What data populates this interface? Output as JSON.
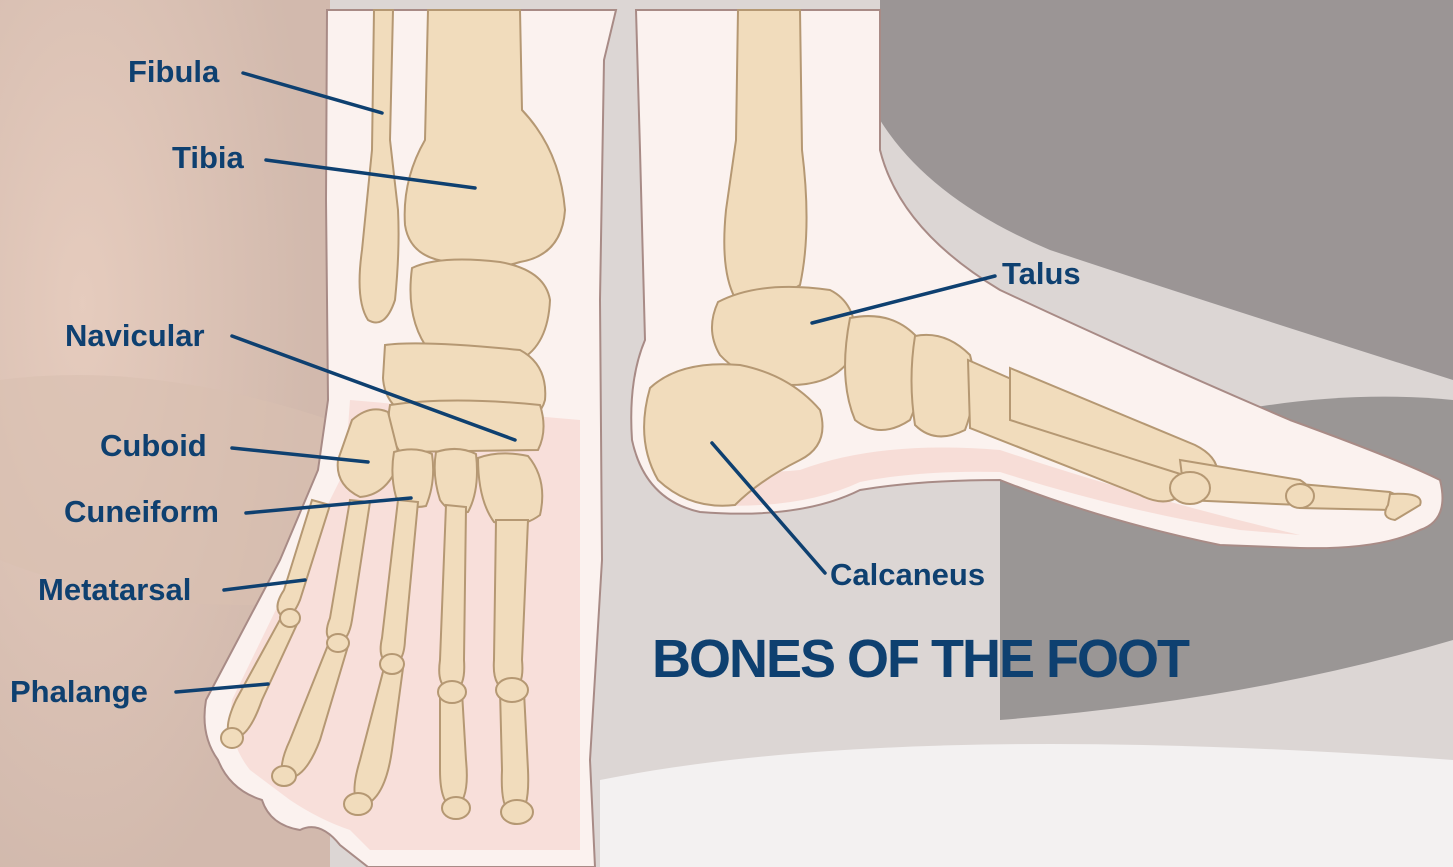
{
  "title": "BONES OF THE FOOT",
  "labels": {
    "fibula": "Fibula",
    "tibia": "Tibia",
    "navicular": "Navicular",
    "cuboid": "Cuboid",
    "cuneiform": "Cuneiform",
    "metatarsal": "Metatarsal",
    "phalange": "Phalange",
    "talus": "Talus",
    "calcaneus": "Calcaneus"
  },
  "colors": {
    "label_text": "#0e4070",
    "leader_line": "#0e4070",
    "bone_fill": "#f1dcbc",
    "bone_outline": "#b59873",
    "skin_fill": "#fbf2ef",
    "skin_outline": "#e9bdb8"
  }
}
